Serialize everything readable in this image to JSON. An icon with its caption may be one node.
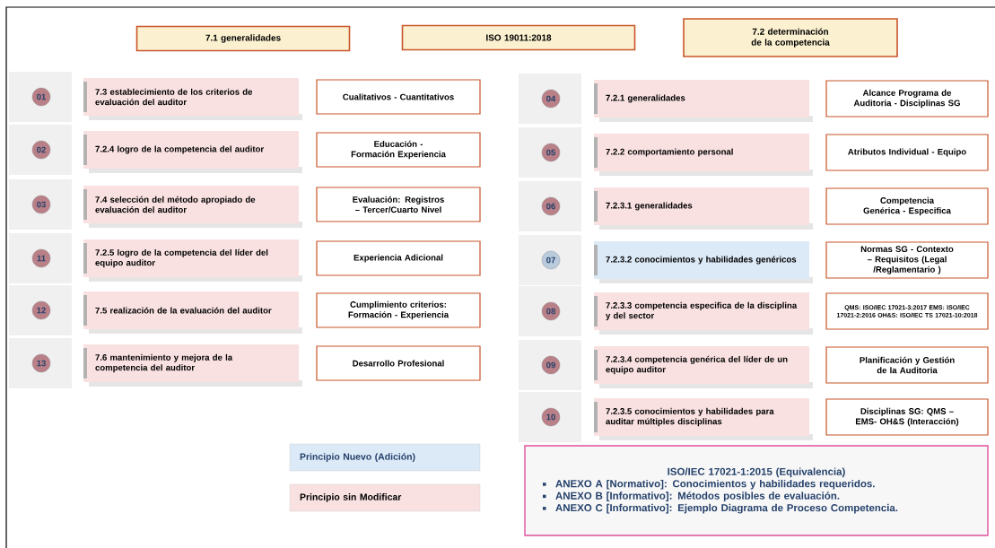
{
  "diagram": {
    "nodes": [
      {
        "text": [
          "7.1 generalidades"
        ]
      },
      {
        "text": [
          "ISO 19011:2018"
        ]
      },
      {
        "text": [
          "7.2 determinación de la competencia"
        ]
      },
      {
        "text": [
          "01"
        ]
      },
      {
        "text": [
          "7.3 establecimiento de los criterios de evaluación del auditor"
        ]
      },
      {
        "text": [
          "Cualitativos - Cuantitativos"
        ]
      },
      {
        "text": [
          "02"
        ]
      },
      {
        "text": [
          "7.2.4 logro de la  competencia del auditor"
        ]
      },
      {
        "text": [
          "Educación - Formación Experiencia"
        ]
      },
      {
        "text": [
          "03"
        ]
      },
      {
        "text": [
          "7.4 selección del método apropiado de evaluación del auditor"
        ]
      },
      {
        "text": [
          "Evaluación: Registros – Tercer/Cuarto Nivel"
        ]
      },
      {
        "text": [
          "11"
        ]
      },
      {
        "text": [
          "7.2.5 logro de la competencia del líder del equipo auditor"
        ]
      },
      {
        "text": [
          "Experiencia Adicional"
        ]
      },
      {
        "text": [
          "12"
        ]
      },
      {
        "text": [
          "7.5 realización de la evaluación del auditor"
        ]
      },
      {
        "text": [
          "Cumplimiento criterios: Formación - Experiencia"
        ]
      },
      {
        "text": [
          "13"
        ]
      },
      {
        "text": [
          "7.6 mantenimiento y mejora de la competencia del auditor"
        ]
      },
      {
        "text": [
          "Desarrollo Profesional"
        ]
      },
      {
        "text": [
          "04"
        ]
      },
      {
        "text": [
          "7.2.1 generalidades"
        ]
      },
      {
        "text": [
          "Alcance Programa de Auditoria - Disciplinas SG"
        ]
      },
      {
        "text": [
          "05"
        ]
      },
      {
        "text": [
          "7.2.2 comportamiento personal"
        ]
      },
      {
        "text": [
          "Atributos Individual - Equipo"
        ]
      },
      {
        "text": [
          "06"
        ]
      },
      {
        "text": [
          "7.2.3.1 generalidades"
        ]
      },
      {
        "text": [
          "Competencia Genérica - Especifica"
        ]
      },
      {
        "text": [
          "07"
        ]
      },
      {
        "text": [
          "7.2.3.2 conocimientos y habilidades genéricos"
        ]
      },
      {
        "text": [
          "Normas SG -  Contexto – Requisitos (Legal /Reglamentario )"
        ]
      },
      {
        "text": [
          "08"
        ]
      },
      {
        "text": [
          "7.2.3.3 competencia especifica de la disciplina y del sector"
        ]
      },
      {
        "text": [
          "QMS: ISO/IEC 17021-3:2017 EMS: ISO/IEC 17021-2:2016 OH&S: ISO/IEC TS 17021-10:2018"
        ]
      },
      {
        "text": [
          "09"
        ]
      },
      {
        "text": [
          "7.2.3.4 competencia genérica del líder de un equipo auditor"
        ]
      },
      {
        "text": [
          "Planificación y Gestión de la Auditoria"
        ]
      },
      {
        "text": [
          "10"
        ]
      },
      {
        "text": [
          "7.2.3.5 conocimientos y habilidades para auditar múltiples disciplinas"
        ]
      },
      {
        "text": [
          "Disciplinas SG: QMS – EMS- OH&S  (Interacción)"
        ]
      },
      {
        "text": [
          "ISO/IEC 17021-1:2015 (Equivalencia)",
          "ANEXO A [Normativo]: Conocimientos y habilidades requeridos.",
          "ANEXO B [Informativo]: Métodos posibles de evaluación.",
          "ANEXO C [Informativo]: Ejemplo Diagrama de Proceso Competencia."
        ]
      }
    ],
    "legend": [
      {
        "text": "Principio  Nuevo (Adición)",
        "color": "#dce9f6"
      },
      {
        "text": "Principio sin Modificar",
        "color": "#f9e1e1"
      }
    ]
  }
}
